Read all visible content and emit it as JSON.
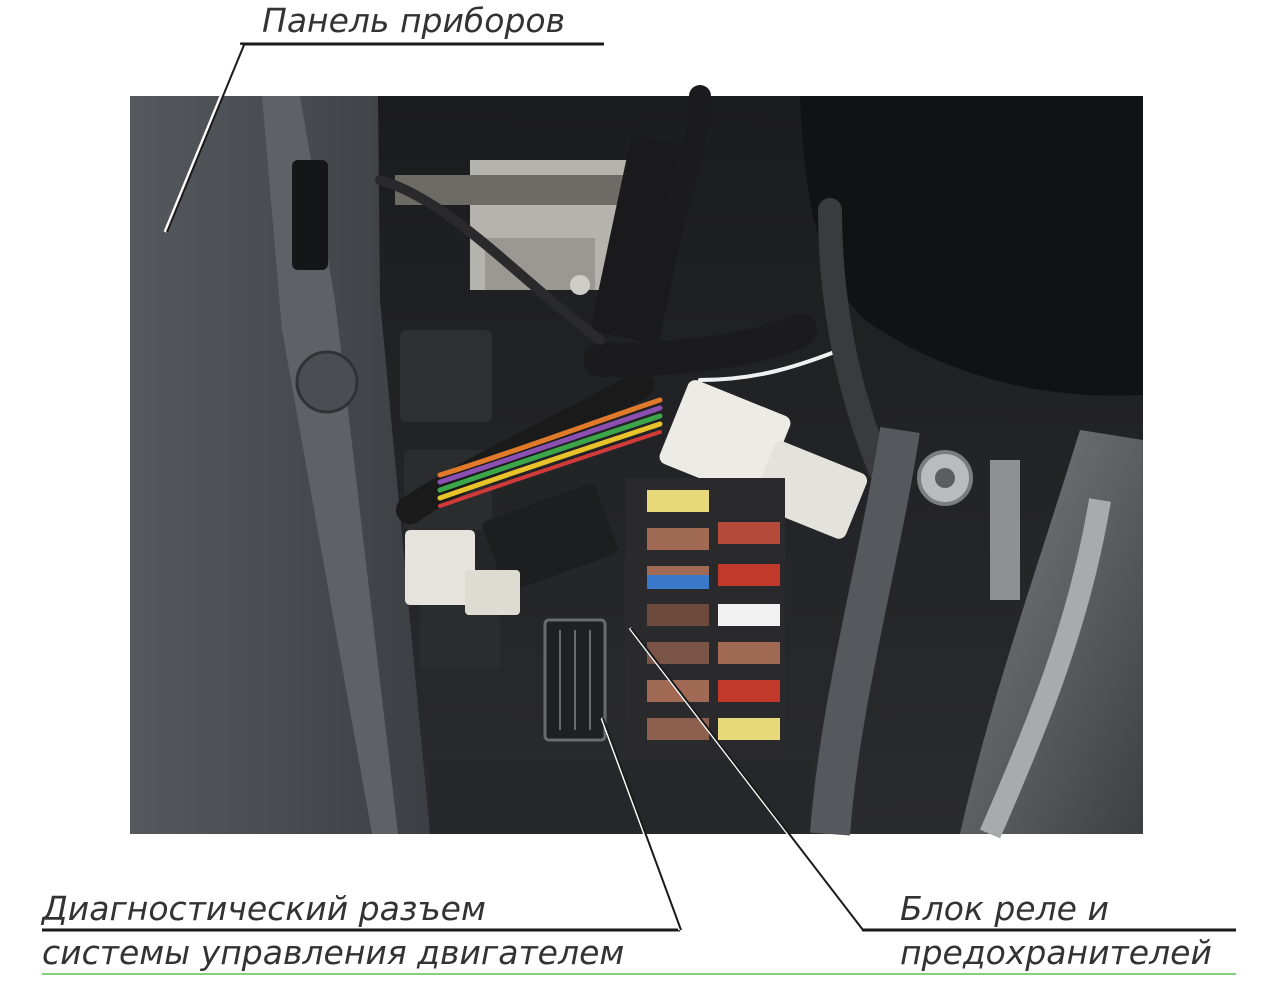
{
  "labels": {
    "panel": "Панель приборов",
    "diag_line1": "Диагностический разъем",
    "diag_line2": "системы управления двигателем",
    "fuse_line1": "Блок реле и",
    "fuse_line2": "предохранителей"
  },
  "colors": {
    "text": "#333333",
    "leader": "#1a1a1a",
    "underline_accent": "#7fd17f",
    "fuse_yellow": "#e8d97a",
    "fuse_brown": "#a06a55",
    "fuse_red": "#c0392b",
    "fuse_blue": "#3a78c9",
    "fuse_white": "#f2f2f2"
  }
}
